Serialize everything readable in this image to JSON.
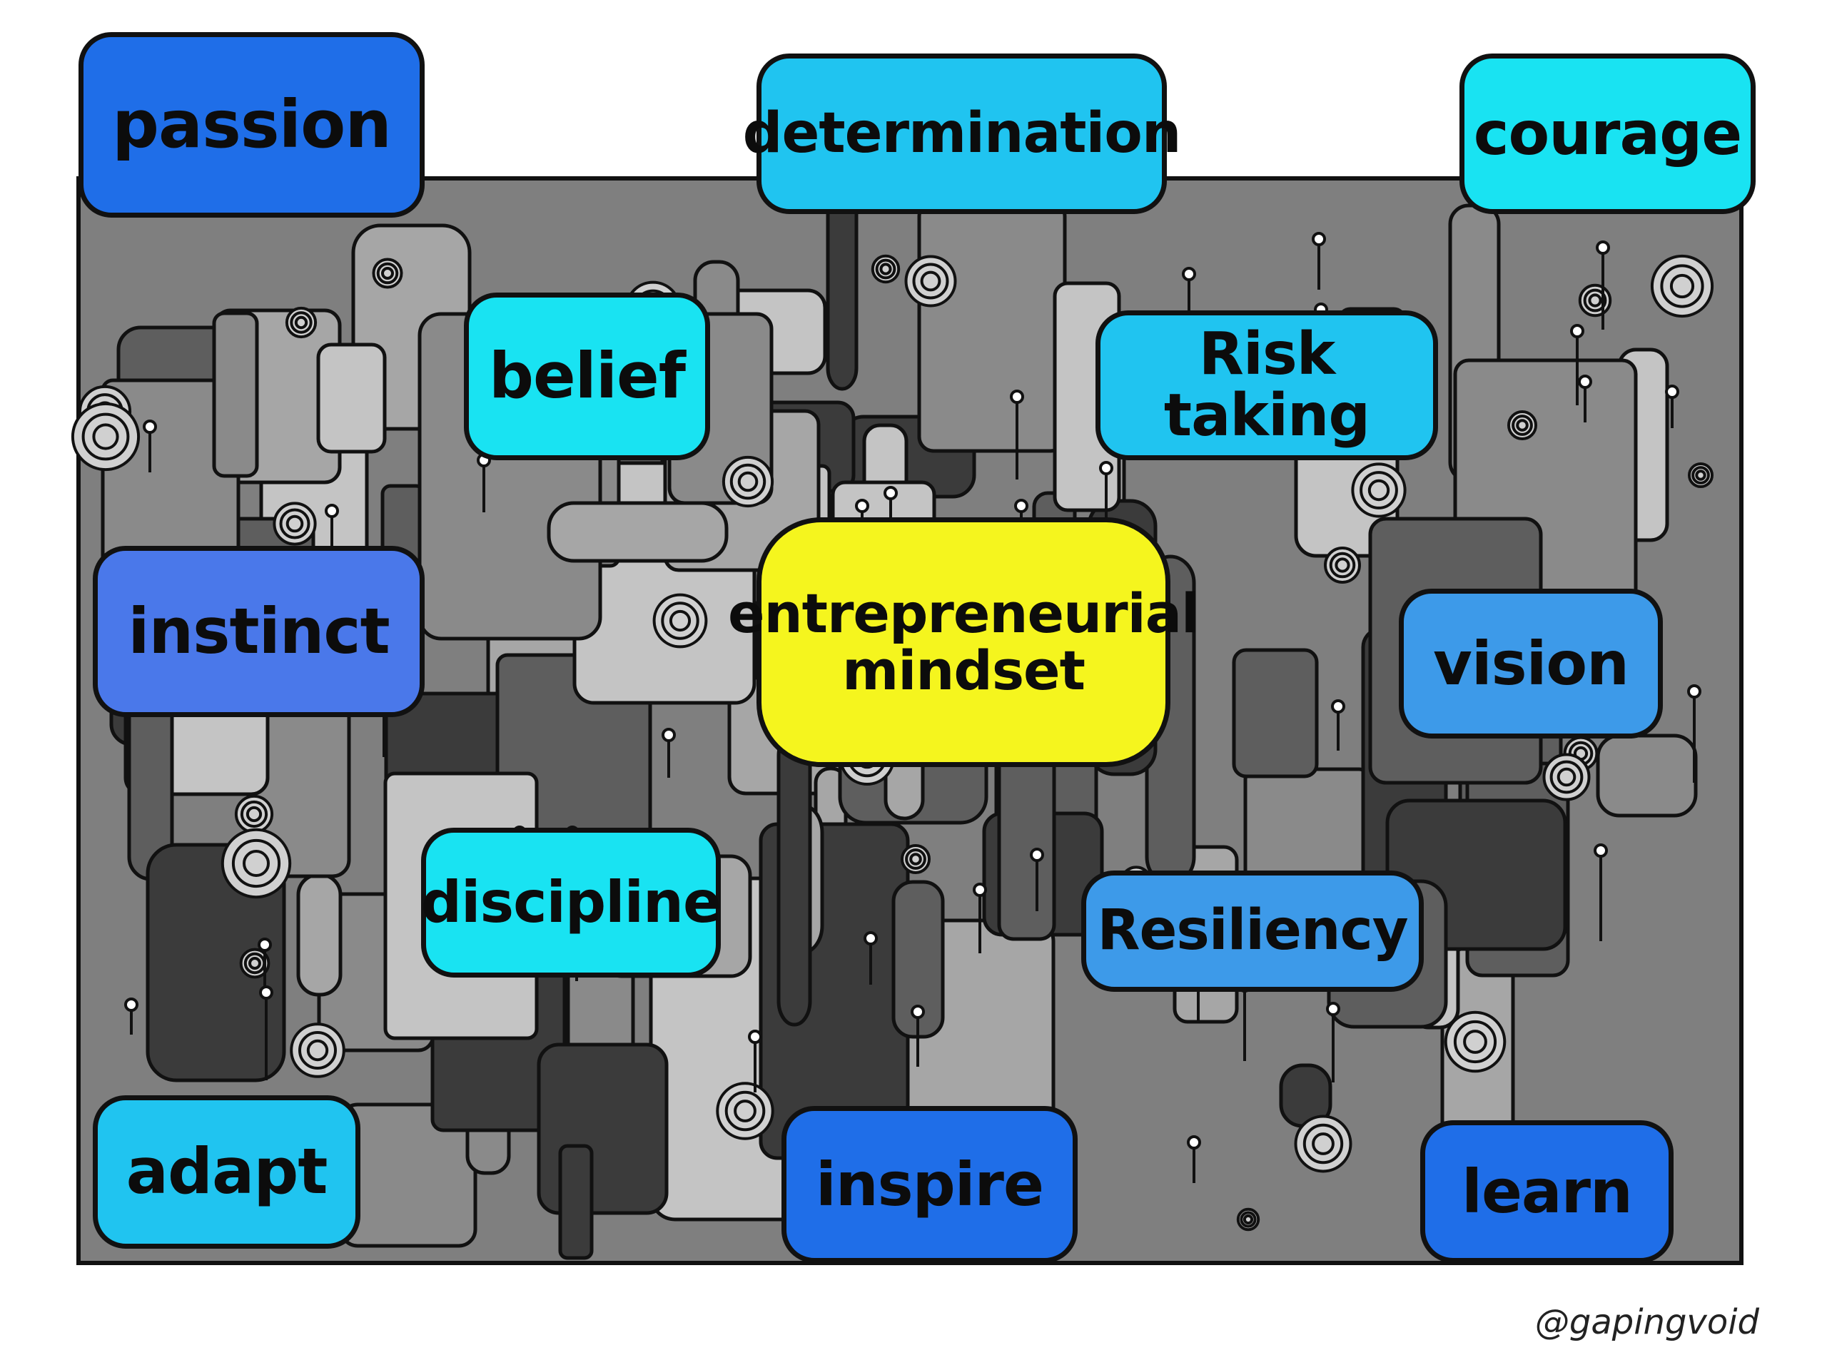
{
  "tags": {
    "center": "entrepreneurial mindset",
    "passion": "passion",
    "determination": "determination",
    "courage": "courage",
    "belief": "belief",
    "risk_taking": "Risk taking",
    "instinct": "instinct",
    "vision": "vision",
    "discipline": "discipline",
    "resiliency": "Resiliency",
    "adapt": "adapt",
    "inspire": "inspire",
    "learn": "learn"
  },
  "signature": "@gapingvoid",
  "colors": {
    "center": "#f5f51e",
    "dark_blue": "#1f6ee8",
    "mid_blue": "#3d9ae9",
    "light_blue": "#20c4f0",
    "cyan": "#19e3f2",
    "periwinkle": "#4a78ea",
    "doodle_dark": "#3b3b3b",
    "doodle_mid": "#8a8a8a",
    "doodle_light": "#c4c4c4"
  }
}
